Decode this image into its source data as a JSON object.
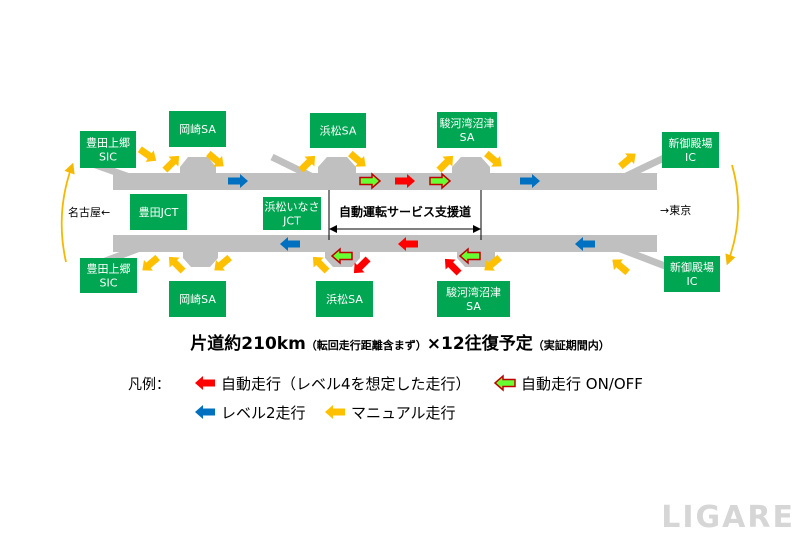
{
  "colors": {
    "auto": "#ff0000",
    "onoff_fill": "#66ff33",
    "onoff_border": "#c00000",
    "level2": "#0070c0",
    "manual": "#ffc000",
    "station": "#00a651",
    "road": "#c0c0c0"
  },
  "stations": {
    "toyota_kamigo_top": [
      "豊田上郷",
      "SIC"
    ],
    "okazaki_top": [
      "岡崎SA"
    ],
    "hamamatsu_top": [
      "浜松SA"
    ],
    "numazu_top": [
      "駿河湾沼津",
      "SA"
    ],
    "gotemba_top": [
      "新御殿場",
      "IC"
    ],
    "toyota_jct": [
      "豊田JCT"
    ],
    "hamamatsu_inasa_jct": [
      "浜松いなさ",
      "JCT"
    ],
    "toyota_kamigo_bottom": [
      "豊田上郷",
      "SIC"
    ],
    "okazaki_bottom": [
      "岡崎SA"
    ],
    "hamamatsu_bottom": [
      "浜松SA"
    ],
    "numazu_bottom": [
      "駿河湾沼津",
      "SA"
    ],
    "gotemba_bottom": [
      "新御殿場",
      "IC"
    ]
  },
  "labels": {
    "nagoya": "名古屋←",
    "tokyo": "→東京",
    "support_road": "自動運転サービス支援道"
  },
  "title": {
    "main": "片道約210km",
    "note1": "（転回走行距離含まず）",
    "main2": "×12往復予定",
    "note2": "（実証期間内）"
  },
  "legend": {
    "heading": "凡例：",
    "items": [
      {
        "type": "auto",
        "label": "自動走行（レベル4を想定した走行）"
      },
      {
        "type": "onoff",
        "label": "自動走行 ON/OFF"
      },
      {
        "type": "level2",
        "label": "レベル2走行"
      },
      {
        "type": "manual",
        "label": "マニュアル走行"
      }
    ]
  },
  "watermark": "LIGARE"
}
